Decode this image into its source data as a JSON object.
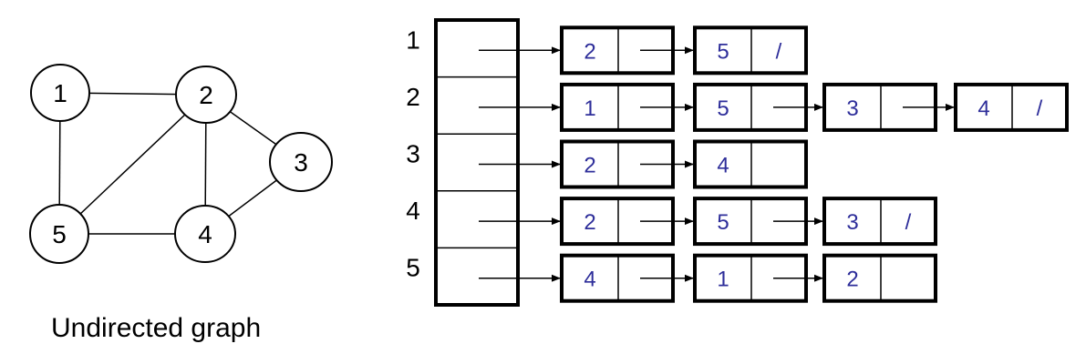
{
  "caption": "Undirected graph",
  "colors": {
    "ink": "#000000",
    "value_text": "#2e2e9a"
  },
  "graph": {
    "nodes": [
      {
        "id": "1",
        "label": "1"
      },
      {
        "id": "2",
        "label": "2"
      },
      {
        "id": "3",
        "label": "3"
      },
      {
        "id": "4",
        "label": "4"
      },
      {
        "id": "5",
        "label": "5"
      }
    ],
    "edges": [
      [
        "1",
        "2"
      ],
      [
        "1",
        "5"
      ],
      [
        "2",
        "5"
      ],
      [
        "2",
        "4"
      ],
      [
        "2",
        "3"
      ],
      [
        "3",
        "4"
      ],
      [
        "4",
        "5"
      ]
    ]
  },
  "adjacency_list": {
    "rows": [
      {
        "index": "1",
        "cells": [
          {
            "value": "2",
            "next": ""
          },
          {
            "value": "5",
            "next": "/"
          }
        ]
      },
      {
        "index": "2",
        "cells": [
          {
            "value": "1",
            "next": ""
          },
          {
            "value": "5",
            "next": ""
          },
          {
            "value": "3",
            "next": ""
          },
          {
            "value": "4",
            "next": "/"
          }
        ]
      },
      {
        "index": "3",
        "cells": [
          {
            "value": "2",
            "next": ""
          },
          {
            "value": "4",
            "next": ""
          }
        ]
      },
      {
        "index": "4",
        "cells": [
          {
            "value": "2",
            "next": ""
          },
          {
            "value": "5",
            "next": ""
          },
          {
            "value": "3",
            "next": "/"
          }
        ]
      },
      {
        "index": "5",
        "cells": [
          {
            "value": "4",
            "next": ""
          },
          {
            "value": "1",
            "next": ""
          },
          {
            "value": "2",
            "next": ""
          }
        ]
      }
    ]
  }
}
